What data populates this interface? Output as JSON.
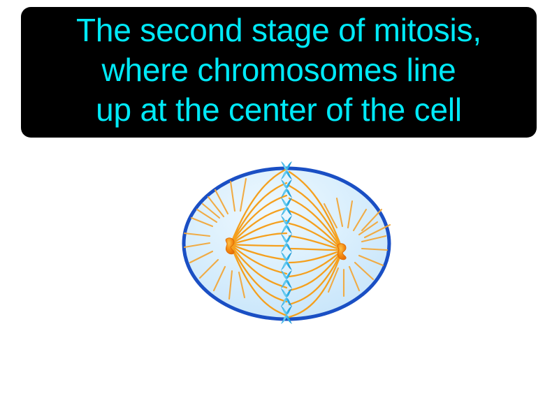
{
  "banner": {
    "background_color": "#000000",
    "text_color": "#00e9f7",
    "lines": [
      "The second stage of mitosis,",
      "where chromosomes line",
      "up at the center of the cell"
    ],
    "full_text": "The second stage of mitosis, where chromosomes line up at the center of the cell"
  },
  "illustration": {
    "name": "metaphase-cell-diagram",
    "description": "Animal cell in metaphase: chromosomes aligned at the equator with spindle fibers from two centrosomes",
    "colors": {
      "membrane": "#1a4fc4",
      "cytoplasm_light": "#e2f2fd",
      "cytoplasm_mid": "#cde8fb",
      "spindle_fiber": "#f5a01e",
      "astral_ray": "#f2a83c",
      "chromosome": "#29abe2",
      "chromosome_highlight": "#7fd4f2",
      "centrosome": "#f07e14",
      "centrosome_highlight": "#fbb03b"
    },
    "parts": [
      {
        "label": "cell membrane",
        "count": 1
      },
      {
        "label": "cytoplasm",
        "count": 1
      },
      {
        "label": "centrosome",
        "count": 2
      },
      {
        "label": "chromosome",
        "count": 9
      },
      {
        "label": "spindle fiber",
        "count": 18
      },
      {
        "label": "astral ray",
        "count": 28
      }
    ],
    "chromosome_count": 9,
    "centrosome_count": 2
  }
}
